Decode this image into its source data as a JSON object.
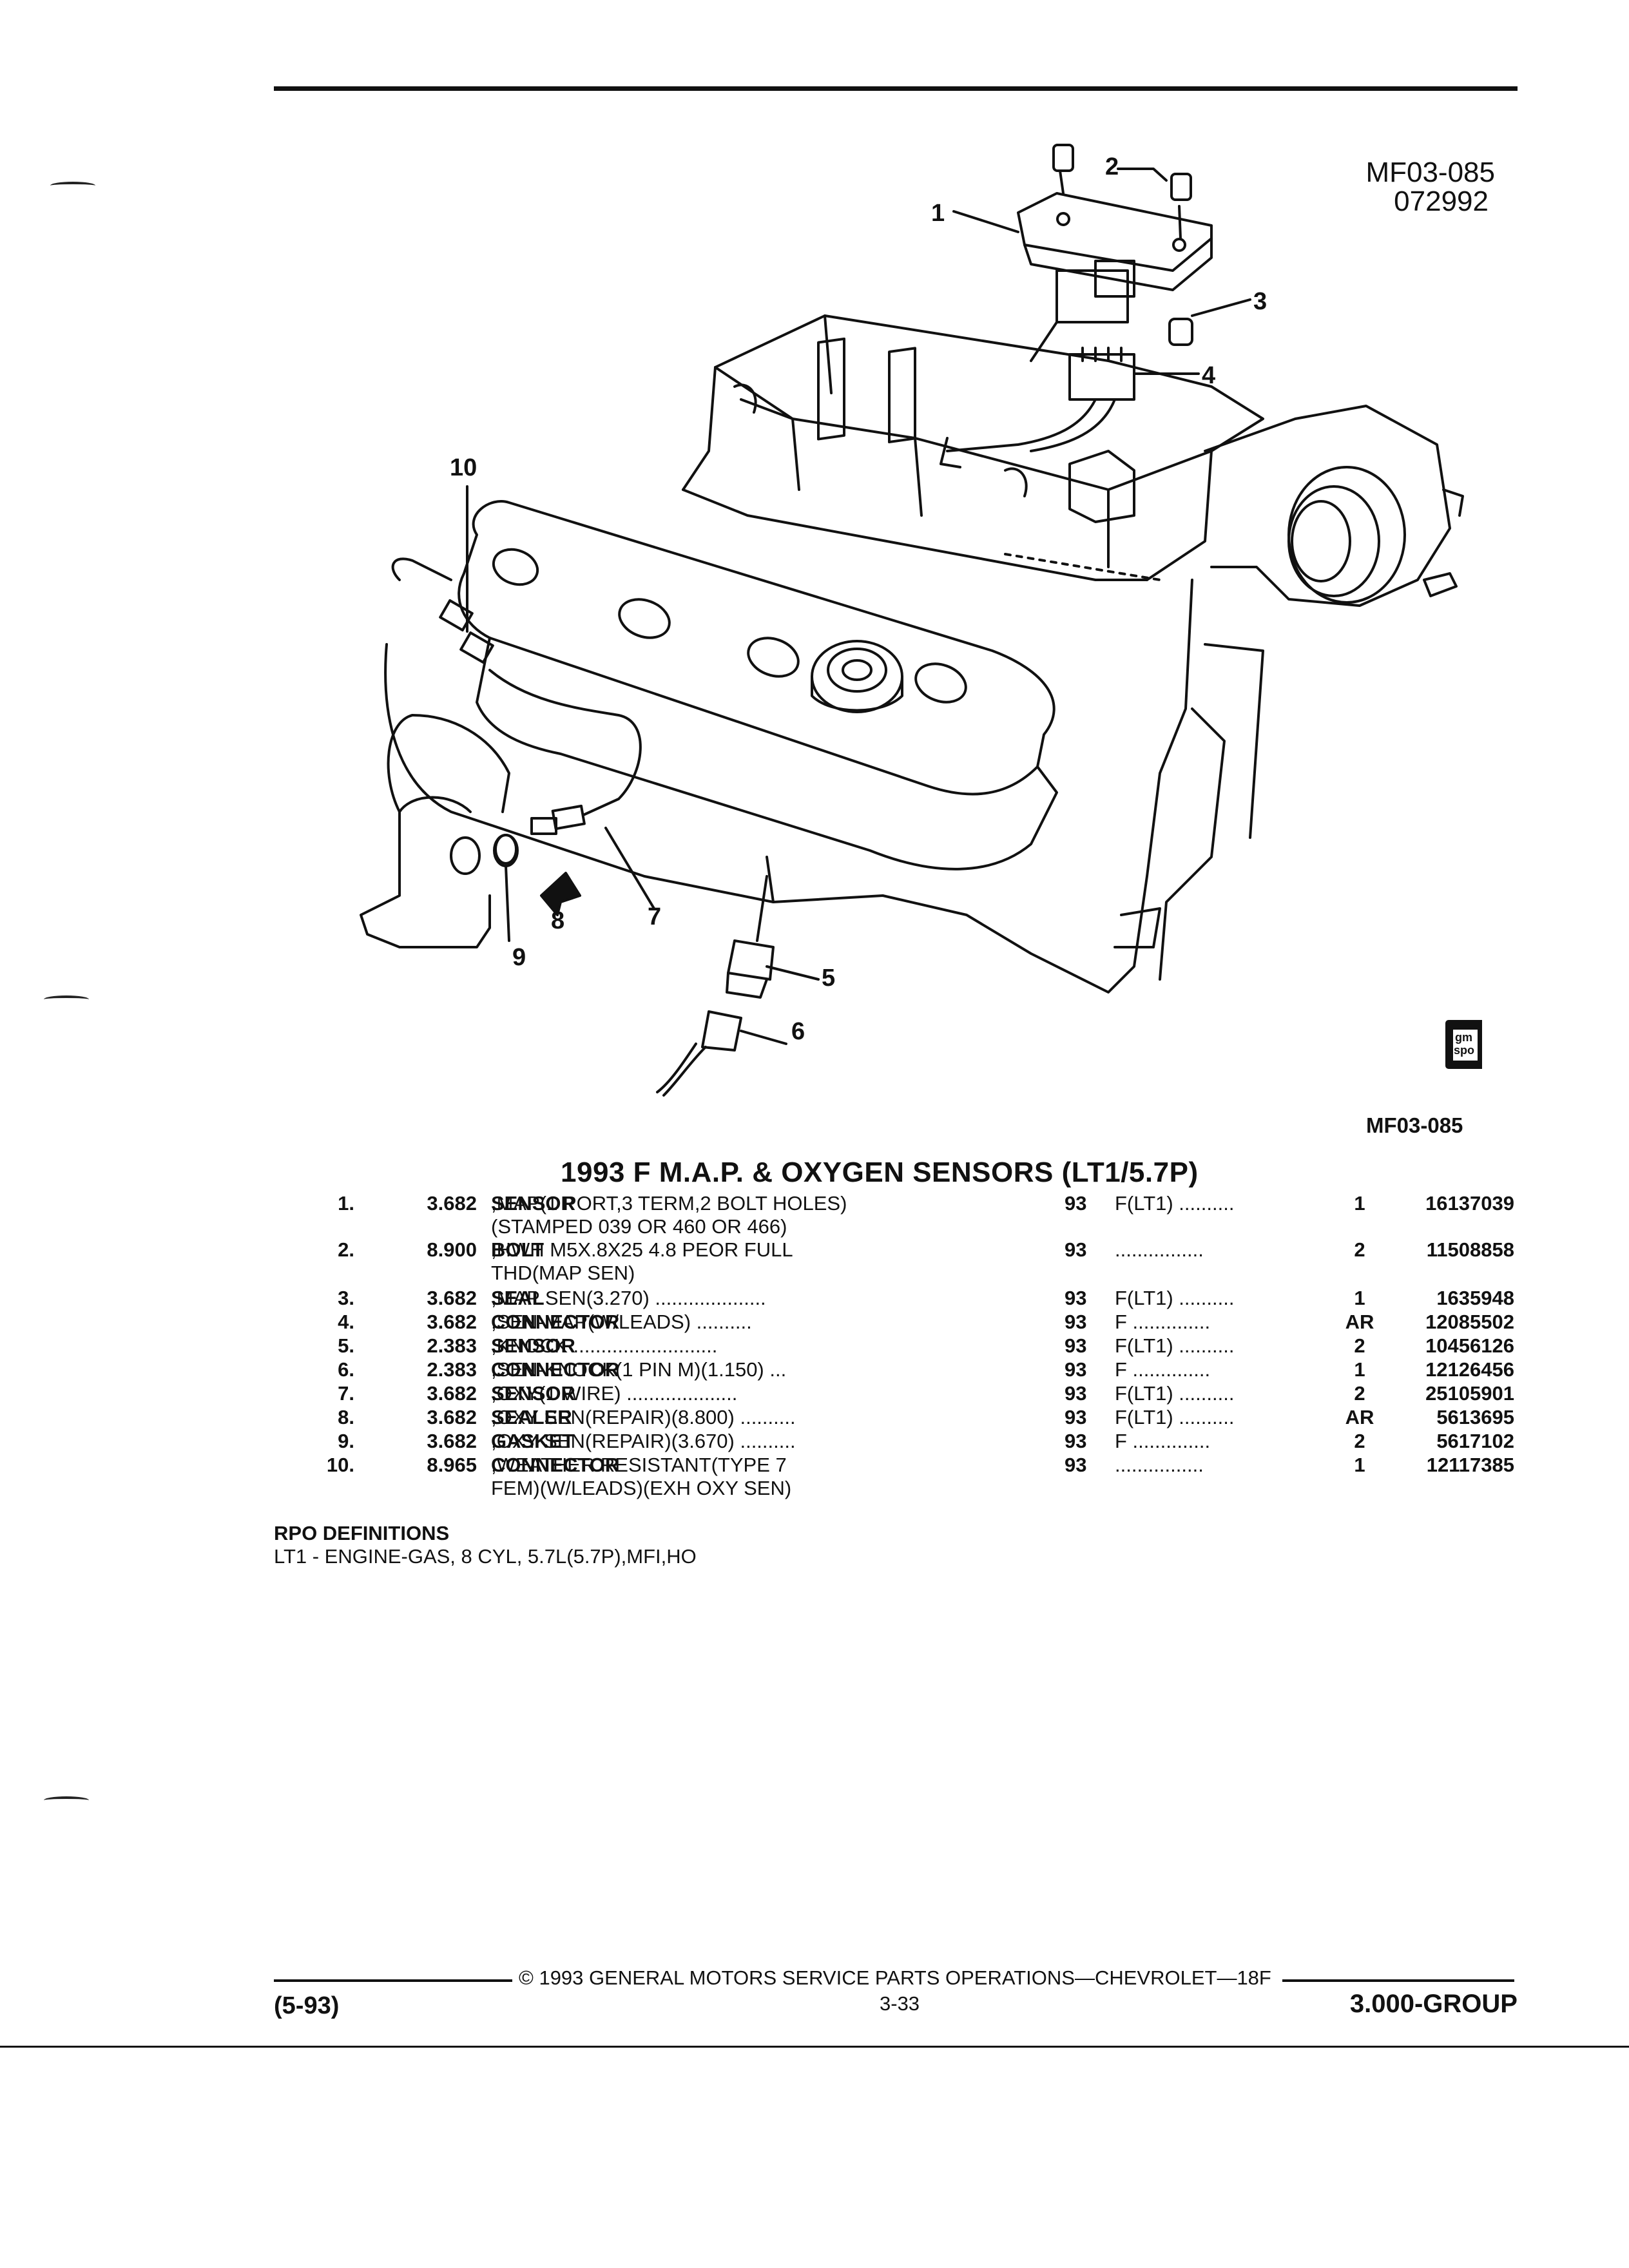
{
  "figure": {
    "id_top": "MF03-085",
    "date_code": "072992",
    "id_bottom": "MF03-085",
    "callouts": [
      "1",
      "2",
      "3",
      "4",
      "5",
      "6",
      "7",
      "8",
      "9",
      "10"
    ],
    "badge_text": [
      "gm",
      "spo"
    ]
  },
  "title": "1993 F M.A.P. & OXYGEN SENSORS (LT1/5.7P)",
  "parts": [
    {
      "num": "1.",
      "group": "3.682",
      "name": "SENSOR",
      "desc": ",MAP(1 PORT,3 TERM,2 BOLT HOLES)",
      "desc2": "(STAMPED 039 OR 460 OR 466)",
      "year": "93",
      "app": "F(LT1) ..........",
      "qty": "1",
      "part_no": "16137039"
    },
    {
      "num": "2.",
      "group": "8.900",
      "name": "BOLT",
      "desc": ",HWH M5X.8X25 4.8 PEOR FULL",
      "desc2": "THD(MAP SEN)",
      "year": "93",
      "app": "................",
      "qty": "2",
      "part_no": "11508858"
    },
    {
      "num": "3.",
      "group": "3.682",
      "name": "SEAL",
      "desc": ",MAP SEN(3.270) ....................",
      "desc2": "",
      "year": "93",
      "app": "F(LT1) ..........",
      "qty": "1",
      "part_no": "1635948"
    },
    {
      "num": "4.",
      "group": "3.682",
      "name": "CONNECTOR",
      "desc": ",SEN-MAP(W/LEADS) ..........",
      "desc2": "",
      "year": "93",
      "app": "F ..............",
      "qty": "AR",
      "part_no": "12085502"
    },
    {
      "num": "5.",
      "group": "2.383",
      "name": "SENSOR",
      "desc": ",KNOCK ..........................",
      "desc2": "",
      "year": "93",
      "app": "F(LT1) ..........",
      "qty": "2",
      "part_no": "10456126"
    },
    {
      "num": "6.",
      "group": "2.383",
      "name": "CONNECTOR",
      "desc": ",SEN-KNOCK(1 PIN M)(1.150) ...",
      "desc2": "",
      "year": "93",
      "app": "F ..............",
      "qty": "1",
      "part_no": "12126456"
    },
    {
      "num": "7.",
      "group": "3.682",
      "name": "SENSOR",
      "desc": ",OXY(1 WIRE) ....................",
      "desc2": "",
      "year": "93",
      "app": "F(LT1) ..........",
      "qty": "2",
      "part_no": "25105901"
    },
    {
      "num": "8.",
      "group": "3.682",
      "name": "SEALER",
      "desc": ",OXY SEN(REPAIR)(8.800) ..........",
      "desc2": "",
      "year": "93",
      "app": "F(LT1) ..........",
      "qty": "AR",
      "part_no": "5613695"
    },
    {
      "num": "9.",
      "group": "3.682",
      "name": "GASKET",
      "desc": ",OXY SEN(REPAIR)(3.670) ..........",
      "desc2": "",
      "year": "93",
      "app": "F ..............",
      "qty": "2",
      "part_no": "5617102"
    },
    {
      "num": "10.",
      "group": "8.965",
      "name": "CONNECTOR",
      "desc": ",WEATHER RESISTANT(TYPE 7",
      "desc2": "FEM)(W/LEADS)(EXH OXY SEN)",
      "year": "93",
      "app": "................",
      "qty": "1",
      "part_no": "12117385"
    }
  ],
  "rpo": {
    "heading": "RPO DEFINITIONS",
    "line": "LT1 - ENGINE-GAS, 8 CYL, 5.7L(5.7P),MFI,HO"
  },
  "footer": {
    "copyright": "©  1993  GENERAL MOTORS SERVICE PARTS OPERATIONS—CHEVROLET—18F",
    "left": "(5-93)",
    "page": "3-33",
    "right": "3.000-GROUP"
  }
}
